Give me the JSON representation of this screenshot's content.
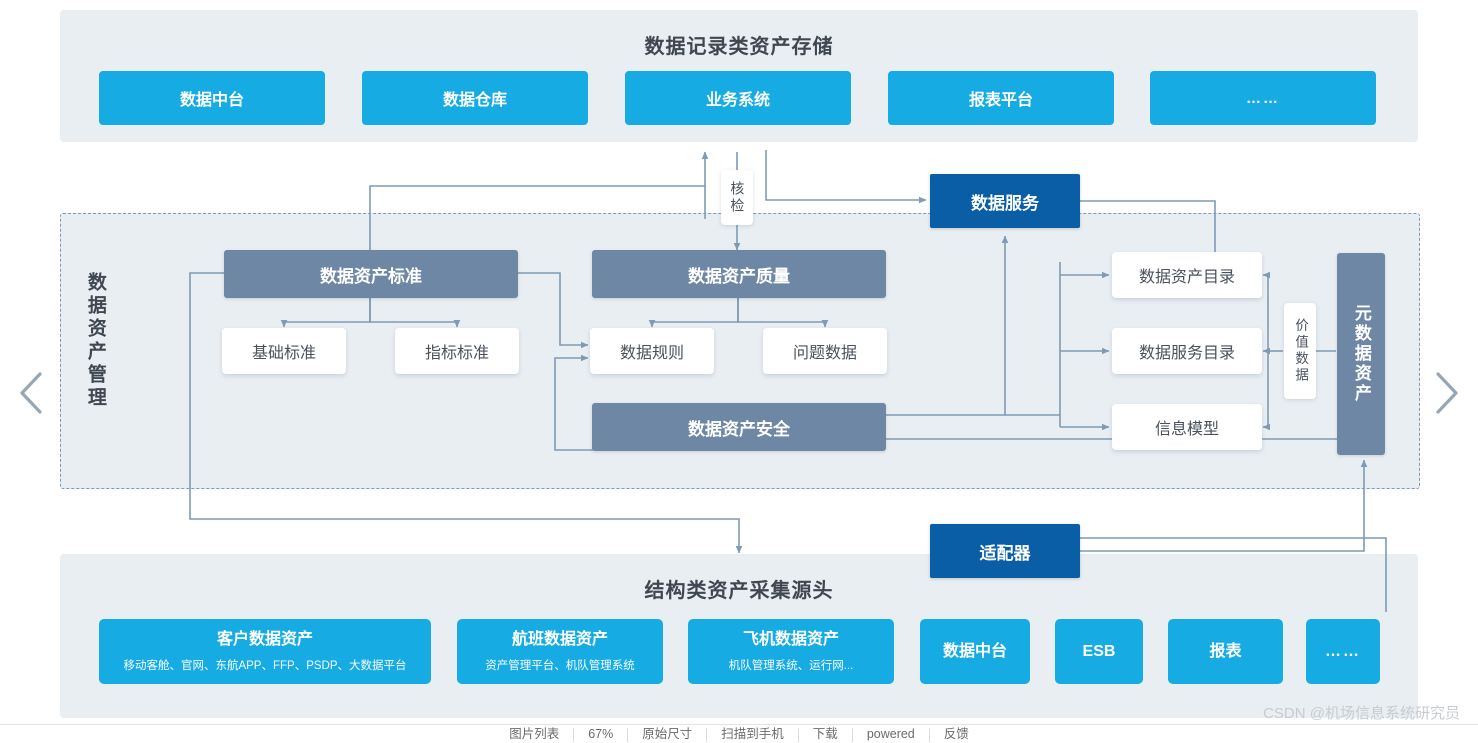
{
  "diagram": {
    "top_panel": {
      "title": "数据记录类资产存储",
      "items": [
        {
          "label": "数据中台"
        },
        {
          "label": "数据仓库"
        },
        {
          "label": "业务系统"
        },
        {
          "label": "报表平台"
        },
        {
          "label": "……"
        }
      ]
    },
    "middle": {
      "side_label": "数据资产管理",
      "check_label": "核检",
      "data_service": "数据服务",
      "standard": {
        "title": "数据资产标准",
        "children": [
          "基础标准",
          "指标标准"
        ]
      },
      "quality": {
        "title": "数据资产质量",
        "children": [
          "数据规则",
          "问题数据"
        ]
      },
      "security": {
        "title": "数据资产安全"
      },
      "catalogs": [
        "数据资产目录",
        "数据服务目录",
        "信息模型"
      ],
      "value_data": "价值数据",
      "meta_asset": "元数据资产"
    },
    "adapter": {
      "label": "适配器"
    },
    "bottom_panel": {
      "title": "结构类资产采集源头",
      "items": [
        {
          "label": "客户数据资产",
          "sub": "移动客舱、官网、东航APP、FFP、PSDP、大数据平台"
        },
        {
          "label": "航班数据资产",
          "sub": "资产管理平台、机队管理系统"
        },
        {
          "label": "飞机数据资产",
          "sub": "机队管理系统、运行网..."
        },
        {
          "label": "数据中台",
          "sub": ""
        },
        {
          "label": "ESB",
          "sub": ""
        },
        {
          "label": "报表",
          "sub": ""
        },
        {
          "label": "……",
          "sub": ""
        }
      ]
    }
  },
  "nav": {
    "prev_icon": "chevron-left-icon",
    "next_icon": "chevron-right-icon"
  },
  "footer": {
    "items": [
      "图片列表",
      "67%",
      "原始尺寸",
      "扫描到手机",
      "下载",
      "powered",
      "反馈"
    ]
  },
  "watermark": "CSDN @机场信息系统研究员",
  "colors": {
    "blue": "#16ace3",
    "dark_blue": "#0a5ea6",
    "slate": "#6d87a4",
    "panel_bg": "#e9eef3",
    "wire": "#7e9ab4"
  }
}
